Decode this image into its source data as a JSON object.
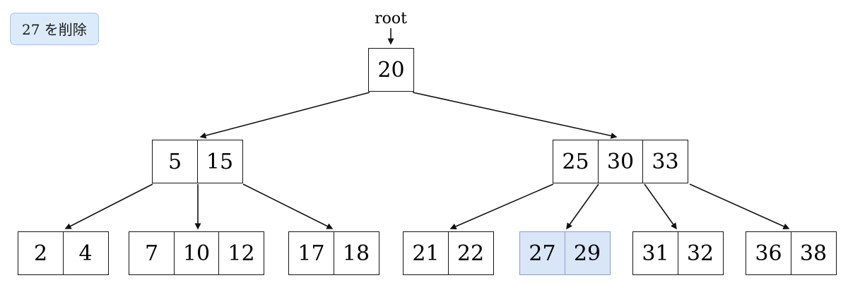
{
  "badge": {
    "label": "27 を削除"
  },
  "tree": {
    "root_pointer_label": "root",
    "nodes": {
      "root": {
        "keys": [
          "20"
        ]
      },
      "internal_left": {
        "keys": [
          "5",
          "15"
        ]
      },
      "internal_right": {
        "keys": [
          "25",
          "30",
          "33"
        ]
      },
      "leaf_1": {
        "keys": [
          "2",
          "4"
        ]
      },
      "leaf_2": {
        "keys": [
          "7",
          "10",
          "12"
        ]
      },
      "leaf_3": {
        "keys": [
          "17",
          "18"
        ]
      },
      "leaf_4": {
        "keys": [
          "21",
          "22"
        ]
      },
      "leaf_5": {
        "keys": [
          "27",
          "29"
        ],
        "highlighted": true
      },
      "leaf_6": {
        "keys": [
          "31",
          "32"
        ]
      },
      "leaf_7": {
        "keys": [
          "36",
          "38"
        ]
      }
    }
  },
  "colors": {
    "highlight_fill": "#d9e6f8",
    "highlight_border": "#8aa0c0",
    "badge_fill": "#dcebfa",
    "badge_border": "#a8c4e4"
  }
}
